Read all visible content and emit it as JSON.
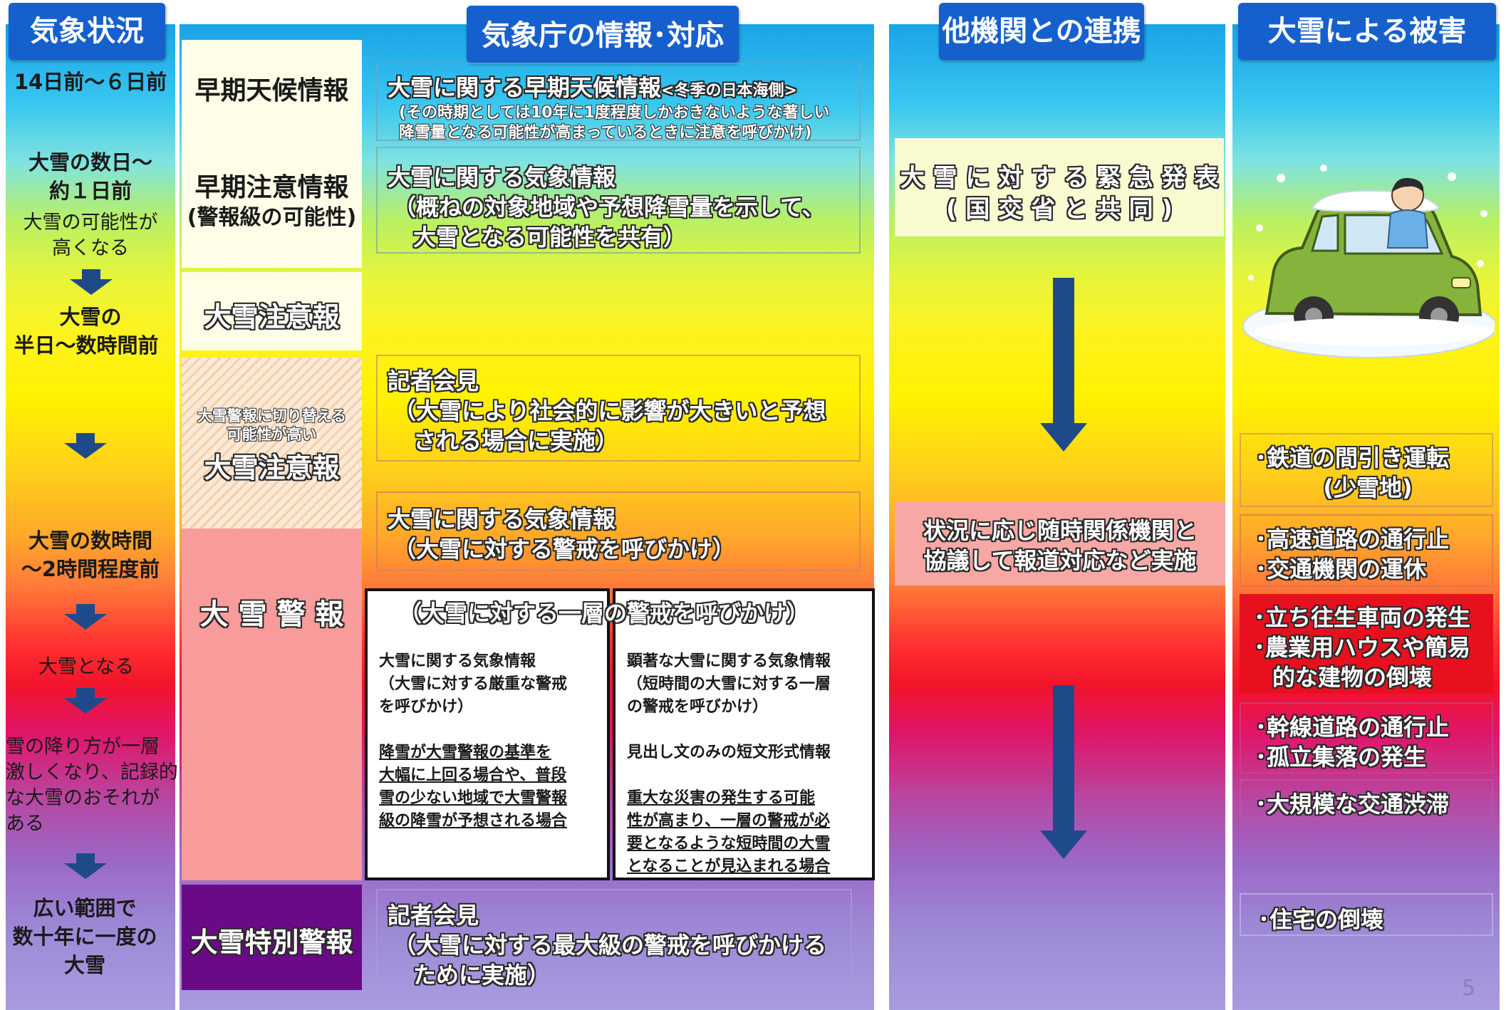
{
  "headers": {
    "weather": "気象状況",
    "jma": "気象庁の情報･対応",
    "cooperation": "他機関との連携",
    "damage": "大雪による被害"
  },
  "weather_column": {
    "stage1": "14日前～６日前",
    "stage2_title1": "大雪の数日～",
    "stage2_title2": "約１日前",
    "stage2_sub1": "大雪の可能性が",
    "stage2_sub2": "高くなる",
    "stage3_1": "大雪の",
    "stage3_2": "半日～数時間前",
    "stage4_1": "大雪の数時間",
    "stage4_2": "～2時間程度前",
    "stage5": "大雪となる",
    "stage6_1": "雪の降り方が一層",
    "stage6_2": "激しくなり、記録的",
    "stage6_3": "な大雪のおそれが",
    "stage6_4": "ある",
    "stage7_1": "広い範囲で",
    "stage7_2": "数十年に一度の",
    "stage7_3": "大雪"
  },
  "levels": {
    "early_weather": "早期天候情報",
    "early_warning_1": "早期注意情報",
    "early_warning_2": "(警報級の可能性)",
    "advisory": "大雪注意報",
    "advisory_switch_note1": "大雪警報に切り替える",
    "advisory_switch_note2": "可能性が高い",
    "advisory_switch": "大雪注意報",
    "warning": "大 雪 警 報",
    "special_warning": "大雪特別警報"
  },
  "jma_info": {
    "box1_title": "大雪に関する早期天候情報",
    "box1_title_note": "<冬季の日本海側>",
    "box1_line2": "(その時期としては10年に1度程度しかおきないような著しい",
    "box1_line3": "降雪量となる可能性が高まっているときに注意を呼びかけ)",
    "box2_line1": "大雪に関する気象情報",
    "box2_line2": "（概ねの対象地域や予想降雪量を示して、",
    "box2_line3": "大雪となる可能性を共有）",
    "box3_line1": "記者会見",
    "box3_line2": "（大雪により社会的に影響が大きいと予想",
    "box3_line3": "される場合に実施）",
    "box4_line1": "大雪に関する気象情報",
    "box4_line2": "（大雪に対する警戒を呼びかけ）",
    "box5_heading": "（大雪に対する一層の警戒を呼びかけ）",
    "box5_left_1": "大雪に関する気象情報",
    "box5_left_2": "（大雪に対する厳重な警戒",
    "box5_left_3": "を呼びかけ）",
    "box5_left_4": "降雪が大雪警報の基準を",
    "box5_left_5": "大幅に上回る場合や、普段",
    "box5_left_6": "雪の少ない地域で大雪警報",
    "box5_left_7": "級の降雪が予想される場合",
    "box5_right_1": "顕著な大雪に関する気象情報",
    "box5_right_2": "（短時間の大雪に対する一層",
    "box5_right_3": "の警戒を呼びかけ）",
    "box5_right_4": "見出し文のみの短文形式情報",
    "box5_right_5": "重大な災害の発生する可能",
    "box5_right_6": "性が高まり、一層の警戒が必",
    "box5_right_7": "要となるような短時間の大雪",
    "box5_right_8": "となることが見込まれる場合",
    "box6_line1": "記者会見",
    "box6_line2": "（大雪に対する最大級の警戒を呼びかける",
    "box6_line3": "ために実施）"
  },
  "cooperation": {
    "emergency_1": "大 雪 に 対 す る 緊 急 発 表",
    "emergency_2": "( 国 交 省 と 共 同 )",
    "consult_1": "状況に応じ随時関係機関と",
    "consult_2": "協議して報道対応など実施"
  },
  "damage": {
    "item1_1": "･鉄道の間引き運転",
    "item1_2": "(少雪地)",
    "item2_1": "･高速道路の通行止",
    "item2_2": "･交通機関の運休",
    "item3_1": "･立ち往生車両の発生",
    "item3_2": "･農業用ハウスや簡易",
    "item3_3": "的な建物の倒壊",
    "item4_1": "･幹線道路の通行止",
    "item4_2": "･孤立集落の発生",
    "item5": "･大規模な交通渋滞",
    "item6": "･住宅の倒壊"
  },
  "page_number": "5",
  "colors": {
    "header_blue": "#1660ce",
    "arrow_navy": "#1f4a8a",
    "warning_pink": "#f79b9b",
    "special_purple": "#6a0a86"
  }
}
